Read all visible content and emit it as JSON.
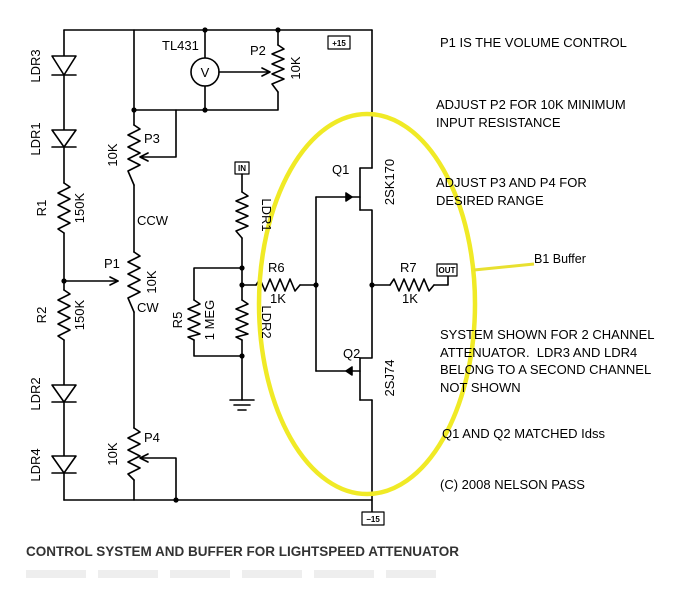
{
  "diagram": {
    "caption": "CONTROL SYSTEM AND BUFFER FOR LIGHTSPEED ATTENUATOR",
    "annotation_label": "B1 Buffer",
    "highlight_color": "#f0ea26",
    "annotation_line_color": "#e8e030",
    "notes": [
      "P1 IS THE VOLUME CONTROL",
      "ADJUST P2 FOR 10K MINIMUM\nINPUT RESISTANCE",
      "ADJUST P3 AND P4 FOR\nDESIRED RANGE",
      "SYSTEM SHOWN FOR 2 CHANNEL\nATTENUATOR.  LDR3 AND LDR4\nBELONG TO A SECOND CHANNEL\nNOT SHOWN",
      "Q1 AND Q2 MATCHED Idss",
      "(C) 2008 NELSON PASS"
    ],
    "rails": {
      "positive": "+15",
      "negative": "−15"
    },
    "ports": {
      "input": "IN",
      "output": "OUT"
    },
    "meter": {
      "symbol": "V",
      "label": "TL431"
    },
    "components": {
      "ldr3": "LDR3",
      "ldr1_left": "LDR1",
      "r1": {
        "name": "R1",
        "value": "150K"
      },
      "r2": {
        "name": "R2",
        "value": "150K"
      },
      "ldr2_left": "LDR2",
      "ldr4": "LDR4",
      "p1": {
        "name": "P1",
        "value": "10K",
        "ccw": "CCW",
        "cw": "CW"
      },
      "p2": {
        "name": "P2",
        "value": "10K"
      },
      "p3": {
        "name": "P3",
        "value": "10K"
      },
      "p4": {
        "name": "P4",
        "value": "10K"
      },
      "ldr1_mid": "LDR1",
      "ldr2_mid": "LDR2",
      "r5": {
        "name": "R5",
        "value": "1 MEG"
      },
      "r6": {
        "name": "R6",
        "value": "1K"
      },
      "r7": {
        "name": "R7",
        "value": "1K"
      },
      "q1": {
        "name": "Q1",
        "part": "2SK170"
      },
      "q2": {
        "name": "Q2",
        "part": "2SJ74"
      }
    }
  }
}
